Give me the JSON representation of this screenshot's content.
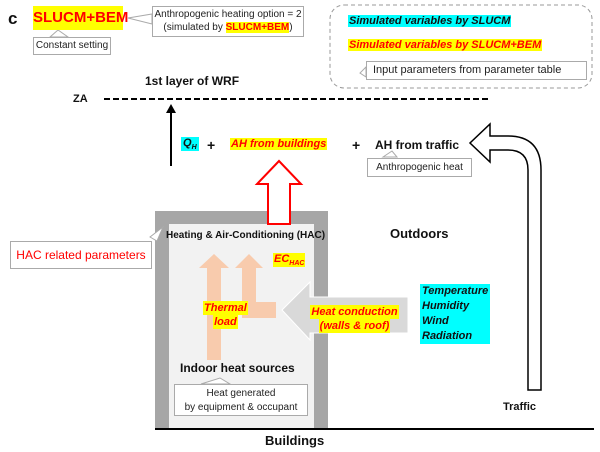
{
  "panel_label": "c",
  "scheme": {
    "name": "SLUCM+BEM",
    "constant_note": "Constant setting",
    "option_note_line1": "Anthropogenic heating option = 2",
    "option_note_line2_prefix": "(simulated by ",
    "option_note_line2_highlight": "SLUCM+BEM",
    "option_note_line2_suffix": ")"
  },
  "legend": {
    "slucm": "Simulated variables by SLUCM",
    "slucm_bem": "Simulated variables by SLUCM+BEM",
    "input_params": "Input parameters from parameter table"
  },
  "atmosphere": {
    "layer_title": "1st layer of WRF",
    "za_label": "ZA"
  },
  "flux_equation": {
    "qh_main": "Q",
    "qh_sub": "H",
    "plus1": "+",
    "ah_buildings": "AH from buildings",
    "plus2": "+",
    "ah_traffic": "AH from traffic",
    "ah_traffic_note": "Anthropogenic heat"
  },
  "building": {
    "hac_title": "Heating & Air-Conditioning (HAC)",
    "hac_params_note": "HAC related parameters",
    "ec_main": "EC",
    "ec_sub": "HAC",
    "thermal_load_line1": "Thermal",
    "thermal_load_line2": "load",
    "heat_conduction_line1": "Heat conduction",
    "heat_conduction_line2": "(walls & roof)",
    "indoor_sources": "Indoor heat sources",
    "indoor_note_line1": "Heat generated",
    "indoor_note_line2": "by equipment & occupant",
    "ground_label": "Buildings"
  },
  "outdoors": {
    "label": "Outdoors",
    "variables": [
      "Temperature",
      "Humidity",
      "Wind",
      "Radiation"
    ],
    "traffic_label": "Traffic"
  },
  "colors": {
    "highlight_yellow": "#ffff00",
    "highlight_cyan": "#00ffff",
    "sim_red": "#ff0000",
    "wall_gray": "#a6a6a6",
    "indoor_fill": "#f2f2f2",
    "thermal_arrow": "#f8cbad",
    "conduction_arrow": "#d9d9d9"
  }
}
